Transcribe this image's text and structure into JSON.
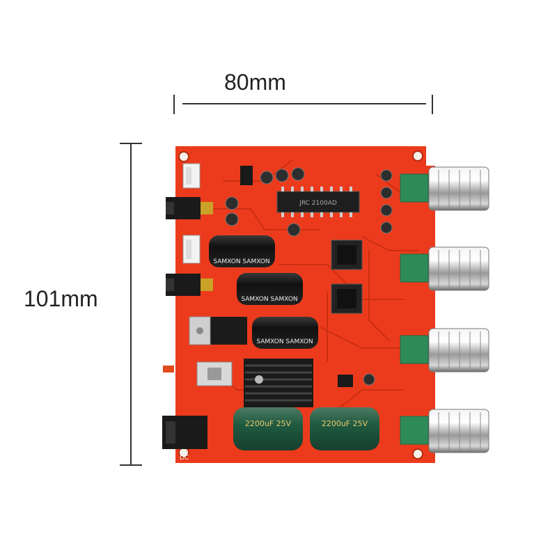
{
  "dimensions": {
    "width_label": "80mm",
    "height_label": "101mm"
  },
  "board": {
    "pcb_color": "#ec3b1c",
    "capacitors": [
      {
        "text": "SAMXON SAMXON"
      },
      {
        "text": "SAMXON SAMXON"
      },
      {
        "text": "SAMXON SAMXON"
      }
    ],
    "big_caps": [
      {
        "text": "2200uF 25V"
      },
      {
        "text": "2200uF 25V"
      }
    ],
    "chip_label": "JRC 2100AD",
    "dc_label": "DC"
  }
}
